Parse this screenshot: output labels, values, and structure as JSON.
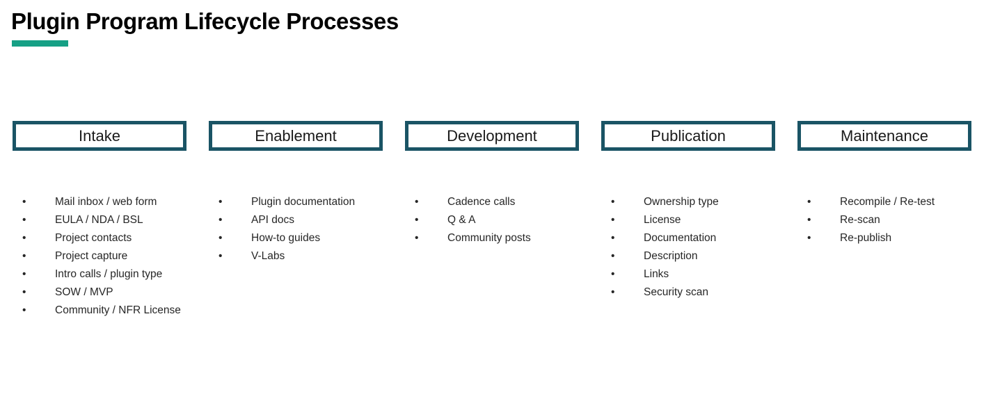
{
  "slide": {
    "title": "Plugin Program Lifecycle Processes",
    "accent_color": "#16a085",
    "background_color": "#ffffff",
    "box_border_color": "#1a5465",
    "text_color": "#262626",
    "bullet_glyph": "•"
  },
  "phases": [
    {
      "label": "Intake",
      "items": [
        "Mail inbox / web form",
        "EULA / NDA / BSL",
        "Project contacts",
        "Project capture",
        "Intro calls / plugin type",
        "SOW / MVP",
        "Community / NFR License"
      ]
    },
    {
      "label": "Enablement",
      "items": [
        "Plugin documentation",
        "API docs",
        "How-to guides",
        "V-Labs"
      ]
    },
    {
      "label": "Development",
      "items": [
        "Cadence calls",
        "Q & A",
        "Community posts"
      ]
    },
    {
      "label": "Publication",
      "items": [
        "Ownership type",
        "License",
        "Documentation",
        "Description",
        "Links",
        "Security scan"
      ]
    },
    {
      "label": "Maintenance",
      "items": [
        "Recompile / Re-test",
        "Re-scan",
        "Re-publish"
      ]
    }
  ]
}
